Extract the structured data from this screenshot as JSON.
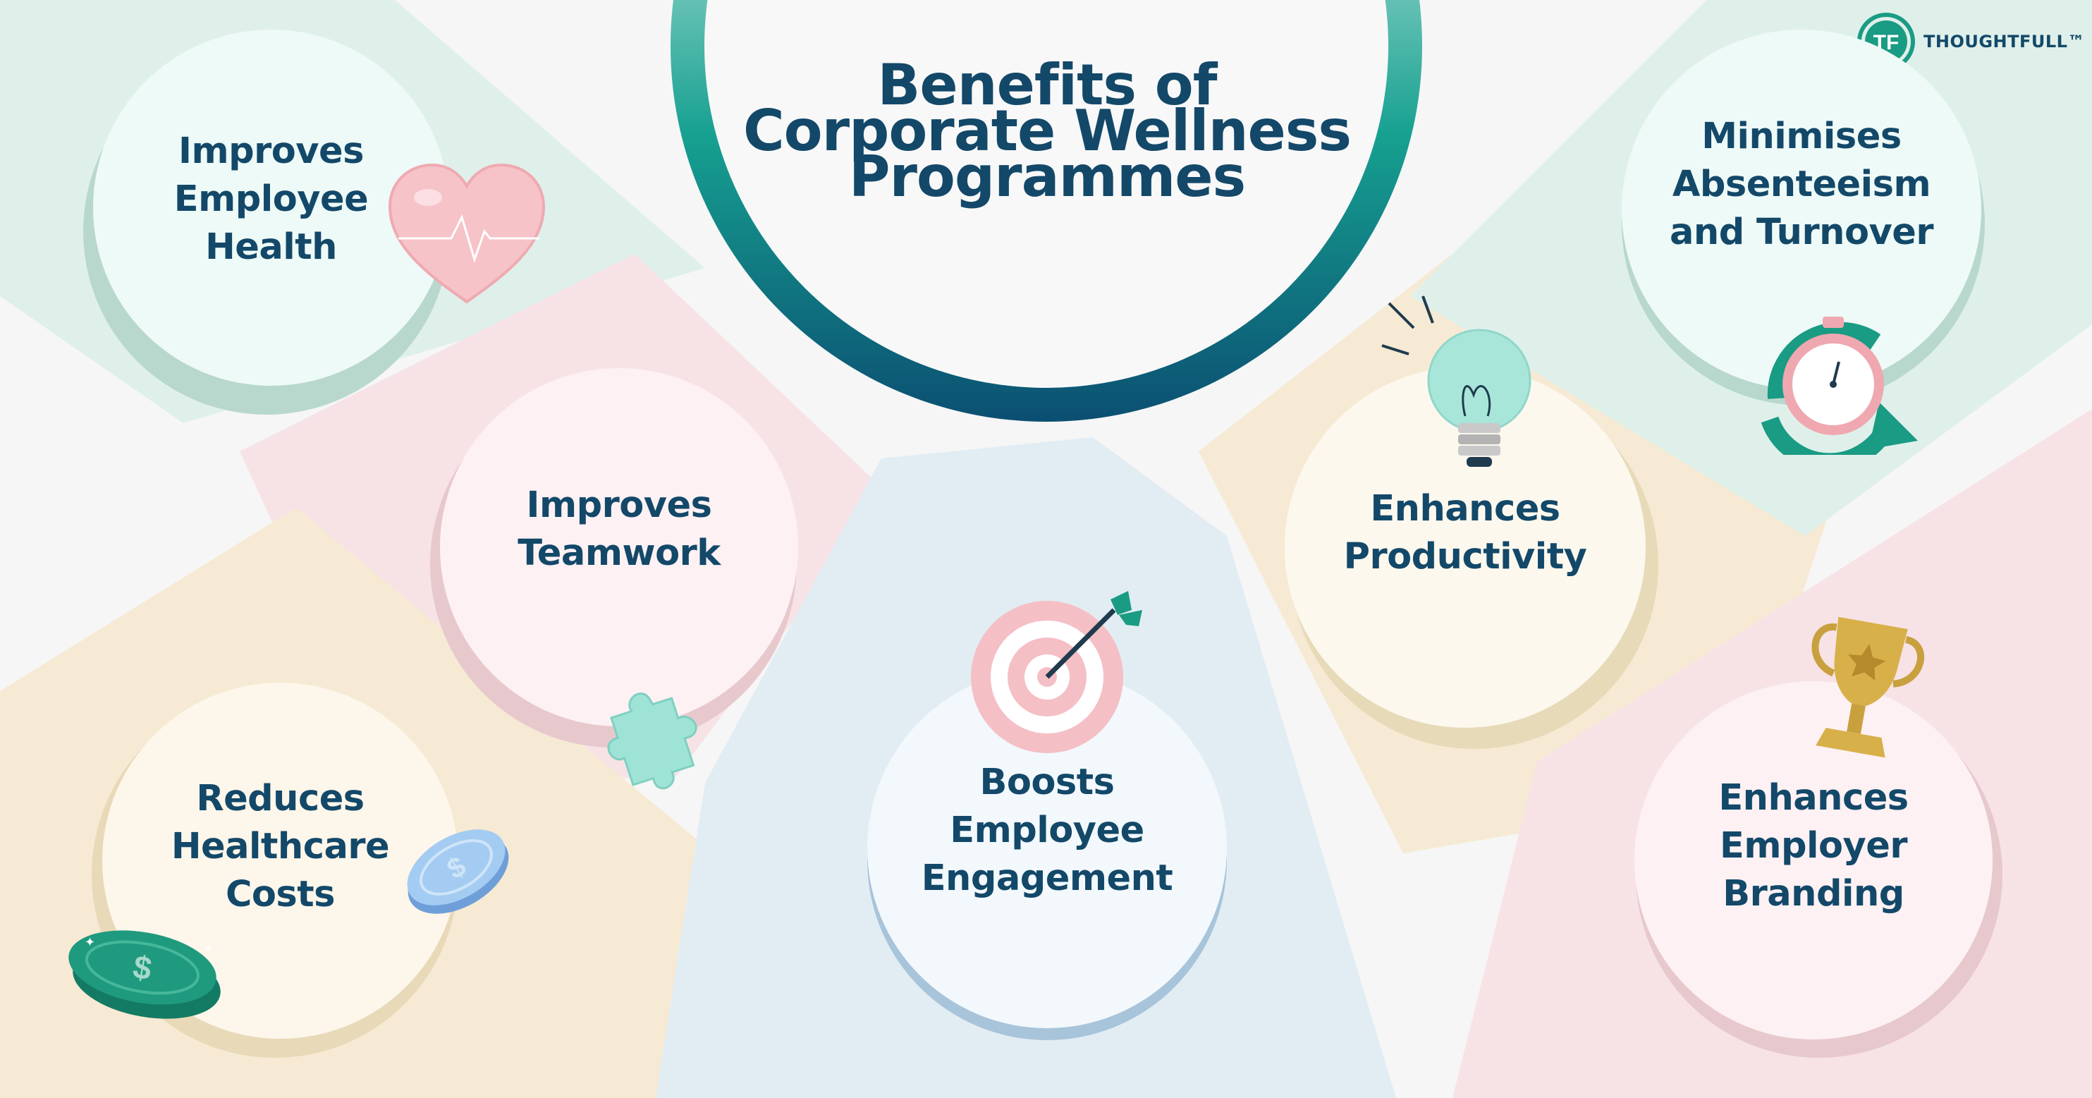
{
  "title": {
    "line1": "Benefits of",
    "line2": "Corporate Wellness",
    "line3": "Programmes"
  },
  "brand": {
    "mark": "TF",
    "name": "THOUGHTFULL™"
  },
  "benefits": [
    {
      "lines": [
        "Improves",
        "Employee",
        "Health"
      ],
      "icon": "heart-icon"
    },
    {
      "lines": [
        "Improves",
        "Teamwork"
      ],
      "icon": "puzzle-piece-icon"
    },
    {
      "lines": [
        "Reduces",
        "Healthcare",
        "Costs"
      ],
      "icon": "coin-icon"
    },
    {
      "lines": [
        "Boosts",
        "Employee",
        "Engagement"
      ],
      "icon": "target-icon"
    },
    {
      "lines": [
        "Enhances",
        "Productivity"
      ],
      "icon": "lightbulb-icon"
    },
    {
      "lines": [
        "Minimises",
        "Absenteeism",
        "and Turnover"
      ],
      "icon": "stopwatch-icon"
    },
    {
      "lines": [
        "Enhances",
        "Employer",
        "Branding"
      ],
      "icon": "trophy-icon"
    }
  ],
  "colors": {
    "text": "#134869",
    "mint": "#dff0ea",
    "pink": "#f7e3e6",
    "sand": "#f6ead4",
    "blue": "#e2edf3",
    "teal": "#1a9b84",
    "navy": "#0b4f72"
  }
}
